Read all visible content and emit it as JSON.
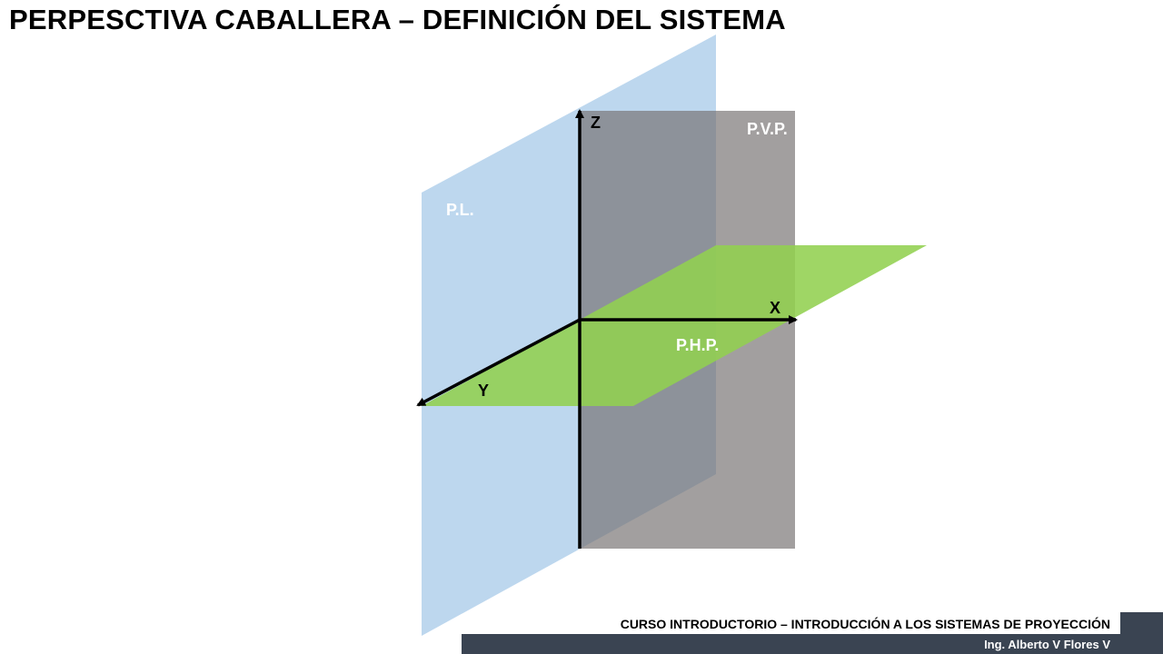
{
  "title": "PERPESCTIVA CABALLERA – DEFINICIÓN DEL SISTEMA",
  "diagram": {
    "planes": {
      "lateral": "P.L.",
      "vertical": "P.V.P.",
      "horizontal": "P.H.P."
    },
    "axes": {
      "x": "X",
      "y": "Y",
      "z": "Z"
    },
    "colors": {
      "lateral_plane": "#bdd7ee",
      "vertical_plane": "#767171",
      "horizontal_plane": "#92d050",
      "axes": "#000000"
    }
  },
  "footer": {
    "course": "CURSO INTRODUCTORIO – INTRODUCCIÓN A LOS SISTEMAS DE PROYECCIÓN",
    "author": "Ing. Alberto V Flores V",
    "bar_color": "#3a4452"
  }
}
